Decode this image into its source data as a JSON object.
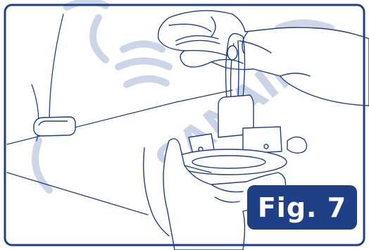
{
  "figure": {
    "label": "Fig. 7"
  },
  "watermark": {
    "text": "SANAIR"
  },
  "colors": {
    "line": "#1f3f86",
    "badge": "#1f3f86",
    "watermark": "#c5d0e4",
    "background": "#ffffff"
  },
  "illustration": {
    "subject": "hands-connecting-wires-to-light-fixture",
    "icon": "installation-illustration"
  }
}
